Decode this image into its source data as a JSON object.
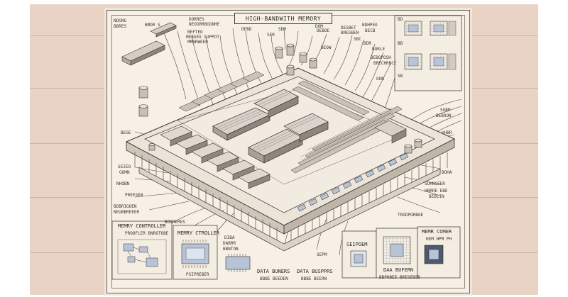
{
  "title": "HIGH-BANDWITH MEMORY",
  "labels": {
    "top_left_1": "NDGNG",
    "top_left_2": "BBRES",
    "top_1": "BMOR S",
    "top_2": "DORRES",
    "top_3": "NEOGRRBGGNHE",
    "top_4": "BEFTEO",
    "top_5": "MEBGEO SUPPOT",
    "top_6": "MMBRWEEN",
    "top_7": "DEBD",
    "top_8": "SDM",
    "top_9": "DOM",
    "top_10": "DEBOE",
    "top_11": "DESBET",
    "top_12": "BRESBEN",
    "top_13": "BDHPEO",
    "top_14": "BECB",
    "top_15": "SBC",
    "top_16": "BDR",
    "top_17": "BORLE",
    "top_18": "NEOW",
    "top_19": "SER",
    "right_1": "BEBOPOSH",
    "right_2": "BRECHRNCE",
    "right_3": "OON",
    "right_4": "SUBP",
    "right_5": "BEBOON",
    "right_6": "VHBR",
    "right_7": "BOHA",
    "right_8": "SOHNSEER",
    "right_9": "HBRRE EBE",
    "right_10": "BEDLIN",
    "right_11": "TRODPORBOE",
    "left_1": "BEGE",
    "left_2": "SEIEO",
    "left_3": "GOMN",
    "left_4": "NHOBN",
    "left_5": "PREESEN",
    "left_6": "BDBRIGOEN",
    "left_7": "NEUBBREEER",
    "mem_ctrl_title": "MEMRY CONTROLLER",
    "mem_ctrl_sub": "PROOFLER BNROTOBE",
    "mid_1": "BOORERES",
    "mid_2": "MEMRY CTROLLER",
    "mid_3": "PSIPREBER",
    "mid_4": "DIBA",
    "mid_5": "DABRR",
    "mid_6": "BBNTON",
    "mid_7": "SEPM",
    "bottom_1": "DATA BUNERS",
    "bottom_1_sub": "BBBE BEEDEN",
    "bottom_2": "DATA BUSPPRS",
    "bottom_2_sub": "BBBE BEERN",
    "bottom_3": "DAA BUFERN",
    "bottom_3_sub": "BBPHBEE BRESEBSB",
    "bottom_4": "SEIPOEM",
    "bottom_5": "MEMR COMER",
    "bottom_6": "HEM HPM PH",
    "side_1": "BD",
    "side_2": "BB",
    "side_3": "SB"
  }
}
